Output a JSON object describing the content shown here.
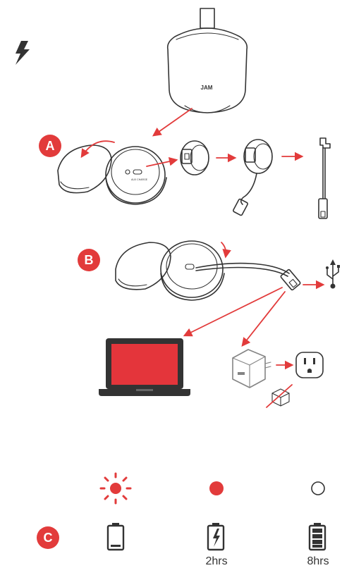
{
  "colors": {
    "accent": "#e23b3b",
    "line": "#333333",
    "screen": "#e4353b"
  },
  "steps": [
    {
      "letter": "A"
    },
    {
      "letter": "B"
    },
    {
      "letter": "C"
    }
  ],
  "charging": [
    {
      "status": "sun-icon (low battery, blinking)",
      "battery": "battery-empty-icon",
      "time": ""
    },
    {
      "status": "red-dot-icon (charging)",
      "battery": "battery-charging-icon",
      "time": "2hrs"
    },
    {
      "status": "hollow-dot-icon (charged)",
      "battery": "battery-full-icon",
      "time": "8hrs"
    }
  ]
}
